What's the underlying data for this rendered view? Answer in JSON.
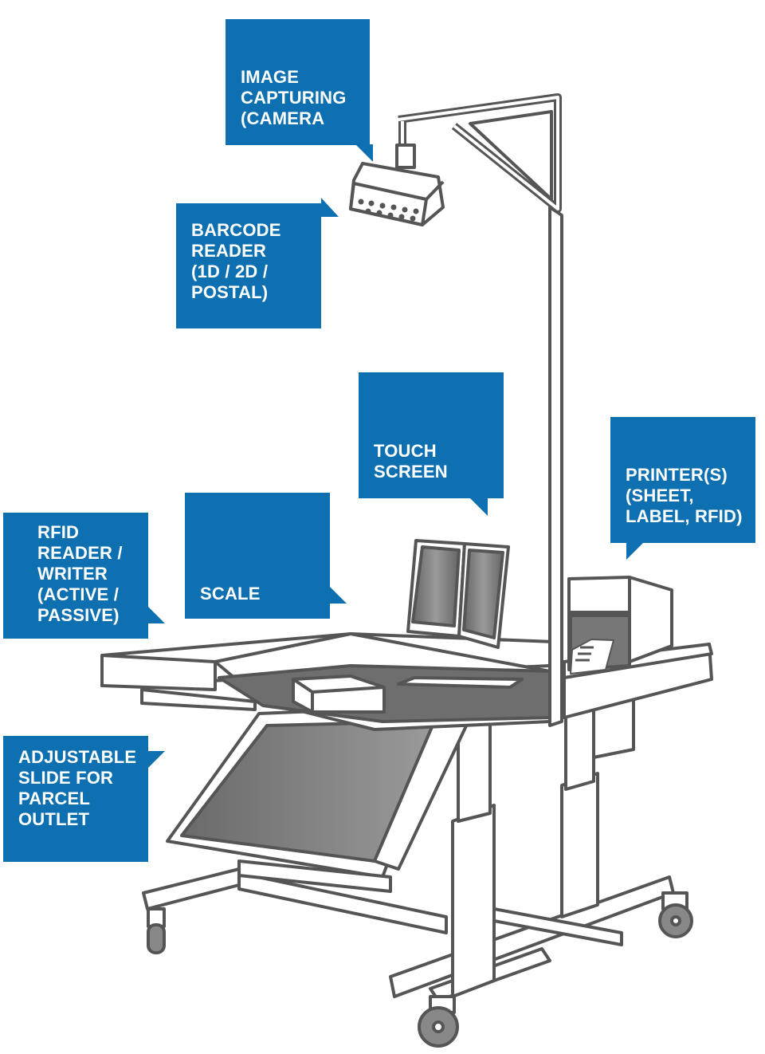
{
  "colors": {
    "callout": "#0e70b0",
    "line": "#555555",
    "screen": "#808080"
  },
  "callouts": {
    "camera": {
      "lines": [
        "IMAGE",
        "CAPTURING",
        "(CAMERA"
      ]
    },
    "barcode": {
      "lines": [
        "BARCODE",
        "READER",
        "(1D / 2D /",
        "POSTAL)"
      ]
    },
    "touch": {
      "lines": [
        "TOUCH",
        "SCREEN"
      ]
    },
    "printer": {
      "lines": [
        "PRINTER(S)",
        "(SHEET,",
        "LABEL, RFID)"
      ]
    },
    "scale": {
      "lines": [
        "SCALE"
      ]
    },
    "rfid": {
      "lines": [
        "RFID",
        "READER /",
        "WRITER",
        "(ACTIVE /",
        "PASSIVE)"
      ]
    },
    "slide": {
      "lines": [
        "ADJUSTABLE",
        "SLIDE FOR",
        "PARCEL",
        "OUTLET"
      ]
    }
  }
}
